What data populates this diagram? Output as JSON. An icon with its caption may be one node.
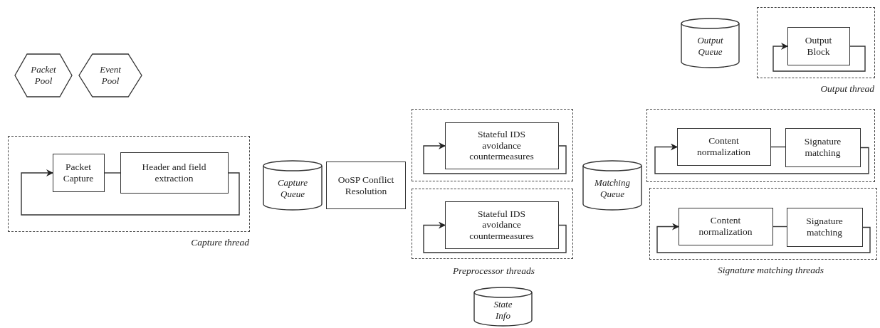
{
  "diagram": {
    "nodes": [
      {
        "text": [
          "Packet Pool"
        ]
      },
      {
        "text": [
          "Event Pool"
        ]
      },
      {
        "text": [
          "Capture thread"
        ]
      },
      {
        "text": [
          "Packet Capture"
        ],
        "in": 2
      },
      {
        "text": [
          "Header and field extraction"
        ],
        "in": 2
      },
      {
        "text": [
          "Capture Queue"
        ]
      },
      {
        "text": [
          "OoSP Conflict Resolution"
        ]
      },
      {
        "text": [],
        "shape": "box"
      },
      {
        "text": [
          "Stateful IDS avoidance countermeasures"
        ],
        "in": 7
      },
      {
        "text": [],
        "shape": "box"
      },
      {
        "text": [
          "Stateful IDS avoidance countermeasures"
        ],
        "in": 9
      },
      {
        "text": [
          "State Info"
        ]
      },
      {
        "text": [
          "Matching Queue"
        ]
      },
      {
        "text": [
          "Output Queue"
        ]
      },
      {
        "text": [
          "Output thread"
        ]
      },
      {
        "text": [
          "Output Block"
        ],
        "in": 14
      },
      {
        "text": [],
        "shape": "box"
      },
      {
        "text": [
          "Content normalization"
        ],
        "in": 16
      },
      {
        "text": [
          "Signature matching"
        ],
        "in": 16
      },
      {
        "text": [],
        "shape": "box"
      },
      {
        "text": [
          "Content normalization"
        ],
        "in": 19
      },
      {
        "text": [
          "Signature matching"
        ],
        "in": 19
      }
    ],
    "edges": [
      {
        "from": 3,
        "to": 4,
        "arrow": "none"
      },
      {
        "from": 4,
        "to": 3,
        "arrow": "to"
      },
      {
        "from": 8,
        "to": 8,
        "arrow": "to"
      },
      {
        "from": 10,
        "to": 10,
        "arrow": "to"
      },
      {
        "from": 15,
        "to": 15,
        "arrow": "to"
      },
      {
        "from": 17,
        "to": 18,
        "arrow": "none"
      },
      {
        "from": 18,
        "to": 17,
        "arrow": "to"
      },
      {
        "from": 20,
        "to": 21,
        "arrow": "none"
      },
      {
        "from": 21,
        "to": 20,
        "arrow": "to"
      }
    ],
    "labels": [
      "Preprocessor threads",
      "Signature matching threads"
    ]
  }
}
